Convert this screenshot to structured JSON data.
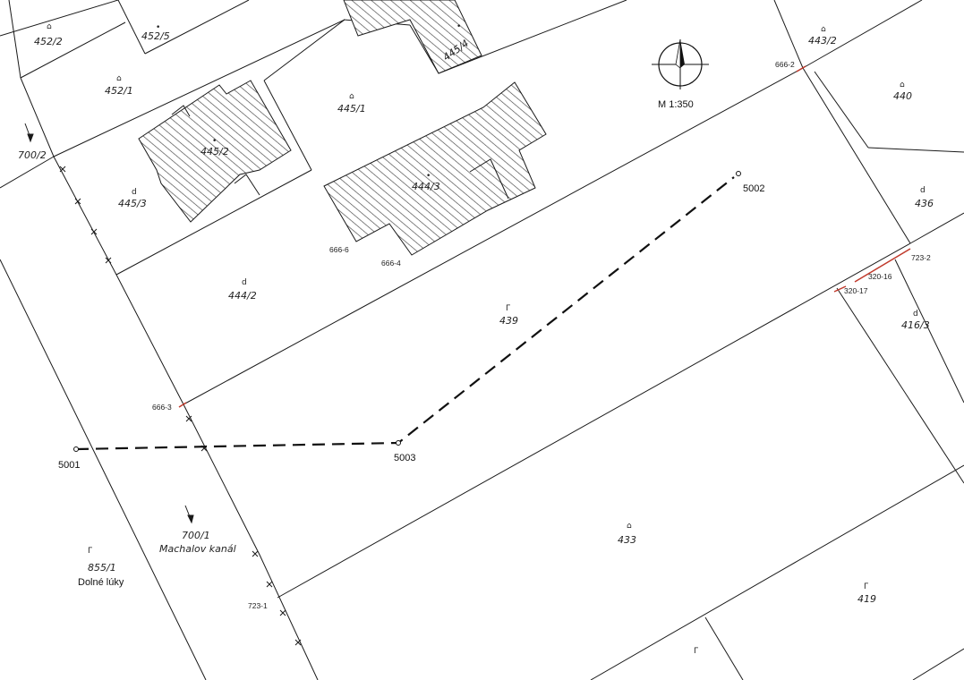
{
  "scale": "M 1:350",
  "parcels": {
    "p452_2": {
      "code": "452/2",
      "sym": "⌂"
    },
    "p452_5": {
      "code": "452/5",
      "sym": "•"
    },
    "p452_1": {
      "code": "452/1",
      "sym": "⌂"
    },
    "p445_1": {
      "code": "445/1",
      "sym": "⌂"
    },
    "p445_2": {
      "code": "445/2",
      "sym": "•"
    },
    "p445_4": {
      "code": "445/4",
      "sym": "•"
    },
    "p445_3": {
      "code": "445/3",
      "sym": "d"
    },
    "p444_3": {
      "code": "444/3",
      "sym": "•"
    },
    "p444_2": {
      "code": "444/2",
      "sym": "d"
    },
    "p443_2": {
      "code": "443/2",
      "sym": "⌂"
    },
    "p440": {
      "code": "440",
      "sym": "⌂"
    },
    "p436": {
      "code": "436",
      "sym": "d"
    },
    "p416_3": {
      "code": "416/3",
      "sym": "d"
    },
    "p439": {
      "code": "439",
      "sym": "Γ"
    },
    "p433": {
      "code": "433",
      "sym": "⌂"
    },
    "p419": {
      "code": "419",
      "sym": "Γ"
    },
    "p700_2": {
      "code": "700/2"
    },
    "p700_1": {
      "code": "700/1",
      "name": "Machalov kanál"
    },
    "p855_1": {
      "code": "855/1",
      "name": "Dolné lúky",
      "sym": "Γ"
    },
    "bottom": {
      "sym": "Γ"
    }
  },
  "points": {
    "p5001": "5001",
    "p5002": "5002",
    "p5003": "5003"
  },
  "marks": {
    "m666_2": "666-2",
    "m666_3": "666-3",
    "m666_4": "666-4",
    "m666_6": "666-6",
    "m723_1": "723-1",
    "m723_2": "723-2",
    "m320_16": "320-16",
    "m320_17": "320-17"
  }
}
